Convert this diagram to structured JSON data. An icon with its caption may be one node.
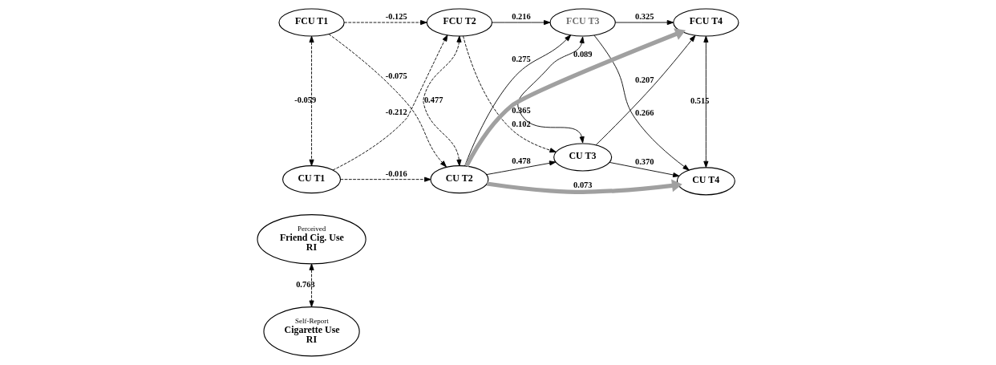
{
  "diagram": {
    "nodes": [
      {
        "text": [
          "Perceived",
          "Friend Cig. Use",
          "RI"
        ]
      },
      {
        "text": [
          "Self-Report",
          "Cigarette Use",
          "RI"
        ]
      },
      {
        "text": [
          "FCU T1"
        ]
      },
      {
        "text": [
          "FCU T2"
        ]
      },
      {
        "text": [
          "FCU T3"
        ]
      },
      {
        "text": [
          "FCU T4"
        ]
      },
      {
        "text": [
          "CU T1"
        ]
      },
      {
        "text": [
          "CU T2"
        ]
      },
      {
        "text": [
          "CU T3"
        ]
      },
      {
        "text": [
          "CU T4"
        ]
      }
    ],
    "edges": [
      {
        "from": 0,
        "to": 1,
        "arrow": "both",
        "label": "0.763",
        "style": "dashed"
      },
      {
        "from": 2,
        "to": 3,
        "arrow": "to",
        "label": "-0.125",
        "style": "dashed"
      },
      {
        "from": 2,
        "to": 6,
        "arrow": "both",
        "label": "-0.059",
        "style": "dashed"
      },
      {
        "from": 2,
        "to": 7,
        "arrow": "to",
        "label": "-0.075",
        "style": "dashed"
      },
      {
        "from": 6,
        "to": 3,
        "arrow": "to",
        "label": "-0.212",
        "style": "dashed"
      },
      {
        "from": 3,
        "to": 7,
        "arrow": "both",
        "label": "0.477",
        "style": "dashed"
      },
      {
        "from": 6,
        "to": 7,
        "arrow": "to",
        "label": "-0.016",
        "style": "dashed"
      },
      {
        "from": 3,
        "to": 4,
        "arrow": "to",
        "label": "0.216"
      },
      {
        "from": 3,
        "to": 8,
        "arrow": "to",
        "label": "0.102",
        "style": "dashed"
      },
      {
        "from": 7,
        "to": 4,
        "arrow": "to",
        "label": "0.275"
      },
      {
        "from": 4,
        "to": 8,
        "arrow": "both",
        "label": "0.365"
      },
      {
        "from": 7,
        "to": 8,
        "arrow": "to",
        "label": "0.478"
      },
      {
        "from": 4,
        "to": 5,
        "arrow": "to",
        "label": "0.325"
      },
      {
        "from": 4,
        "to": 9,
        "arrow": "to",
        "label": "0.266"
      },
      {
        "from": 8,
        "to": 5,
        "arrow": "to",
        "label": "0.207"
      },
      {
        "from": 5,
        "to": 9,
        "arrow": "both",
        "label": "0.515"
      },
      {
        "from": 8,
        "to": 9,
        "arrow": "to",
        "label": "0.370"
      },
      {
        "from": 7,
        "to": 5,
        "arrow": "to",
        "label": "0.089",
        "style": "thick",
        "color": "#a0a0a0"
      },
      {
        "from": 7,
        "to": 9,
        "arrow": "to",
        "label": "0.073",
        "style": "thick",
        "color": "#a0a0a0"
      }
    ]
  }
}
